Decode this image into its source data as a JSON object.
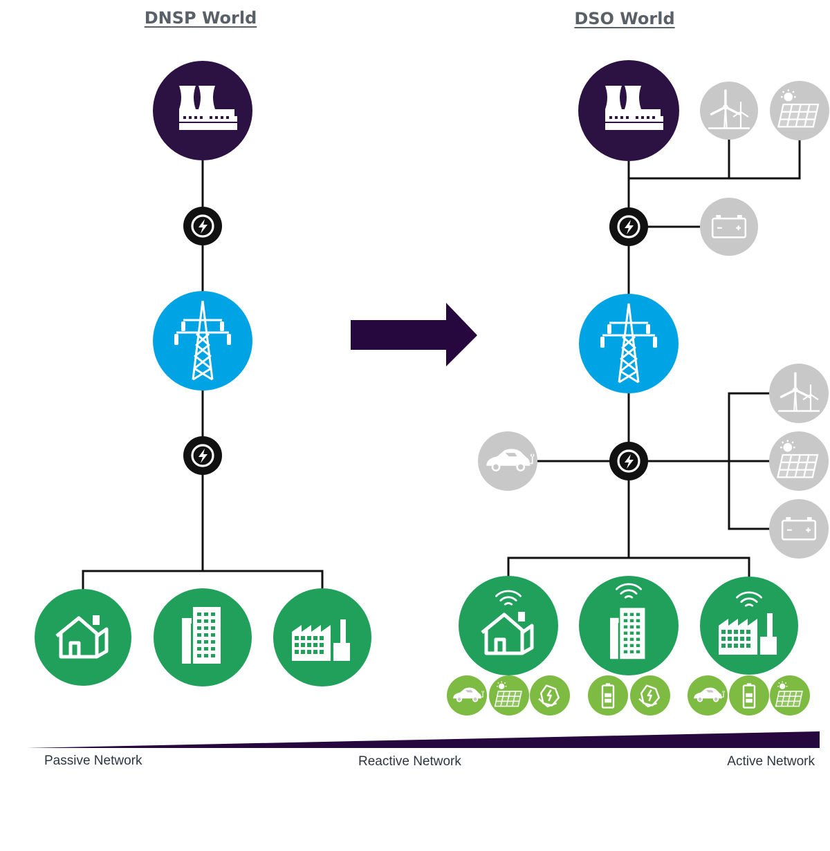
{
  "titles": {
    "left": "DNSP World",
    "right": "DSO World"
  },
  "network_scale": {
    "passive": "Passive Network",
    "reactive": "Reactive Network",
    "active": "Active Network"
  },
  "colors": {
    "generation": "#2c1143",
    "transmission": "#00a4e4",
    "consumer": "#21a05c",
    "der_grey": "#c8c8c8",
    "der_small": "#7dbb42",
    "switch": "#111111",
    "arrow": "#26073e",
    "line": "#111111"
  },
  "icons": {
    "generation": "power-plant-icon",
    "transmission": "transmission-tower-icon",
    "switch": "lightning-bolt-icon",
    "home": "house-icon",
    "office": "office-building-icon",
    "industry": "factory-icon",
    "wind": "wind-turbine-icon",
    "solar": "solar-panel-icon",
    "battery": "battery-icon",
    "ev": "electric-car-icon",
    "energy": "hand-energy-icon",
    "wireless": "wifi-signal-icon"
  }
}
